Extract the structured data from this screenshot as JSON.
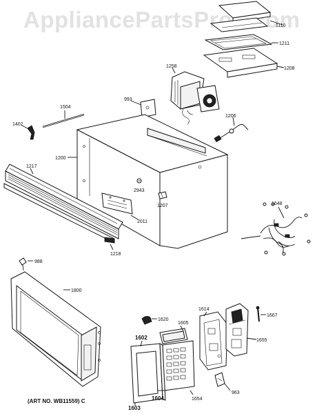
{
  "watermark": "AppliancePartsPros.com",
  "art_number": "(ART NO. WB11559) C",
  "part_labels": {
    "p1110": "1110",
    "p1211": "1211",
    "p1208": "1208",
    "p1258": "1258",
    "p993": "993",
    "p1206": "1206",
    "p1504": "1504",
    "p1402": "1402",
    "p1200": "1200",
    "p1217": "1217",
    "p2943": "2943",
    "p1207": "1207",
    "p2011": "2011",
    "p1648": "1648",
    "p1218": "1218",
    "p988": "988",
    "p1800": "1800",
    "p1620": "1620",
    "p1605": "1605",
    "p1614": "1614",
    "p1667": "1667",
    "p1655": "1655",
    "p1602": "1602",
    "p1604": "1604",
    "p1654": "1654",
    "p963": "963",
    "p1603": "1603"
  }
}
